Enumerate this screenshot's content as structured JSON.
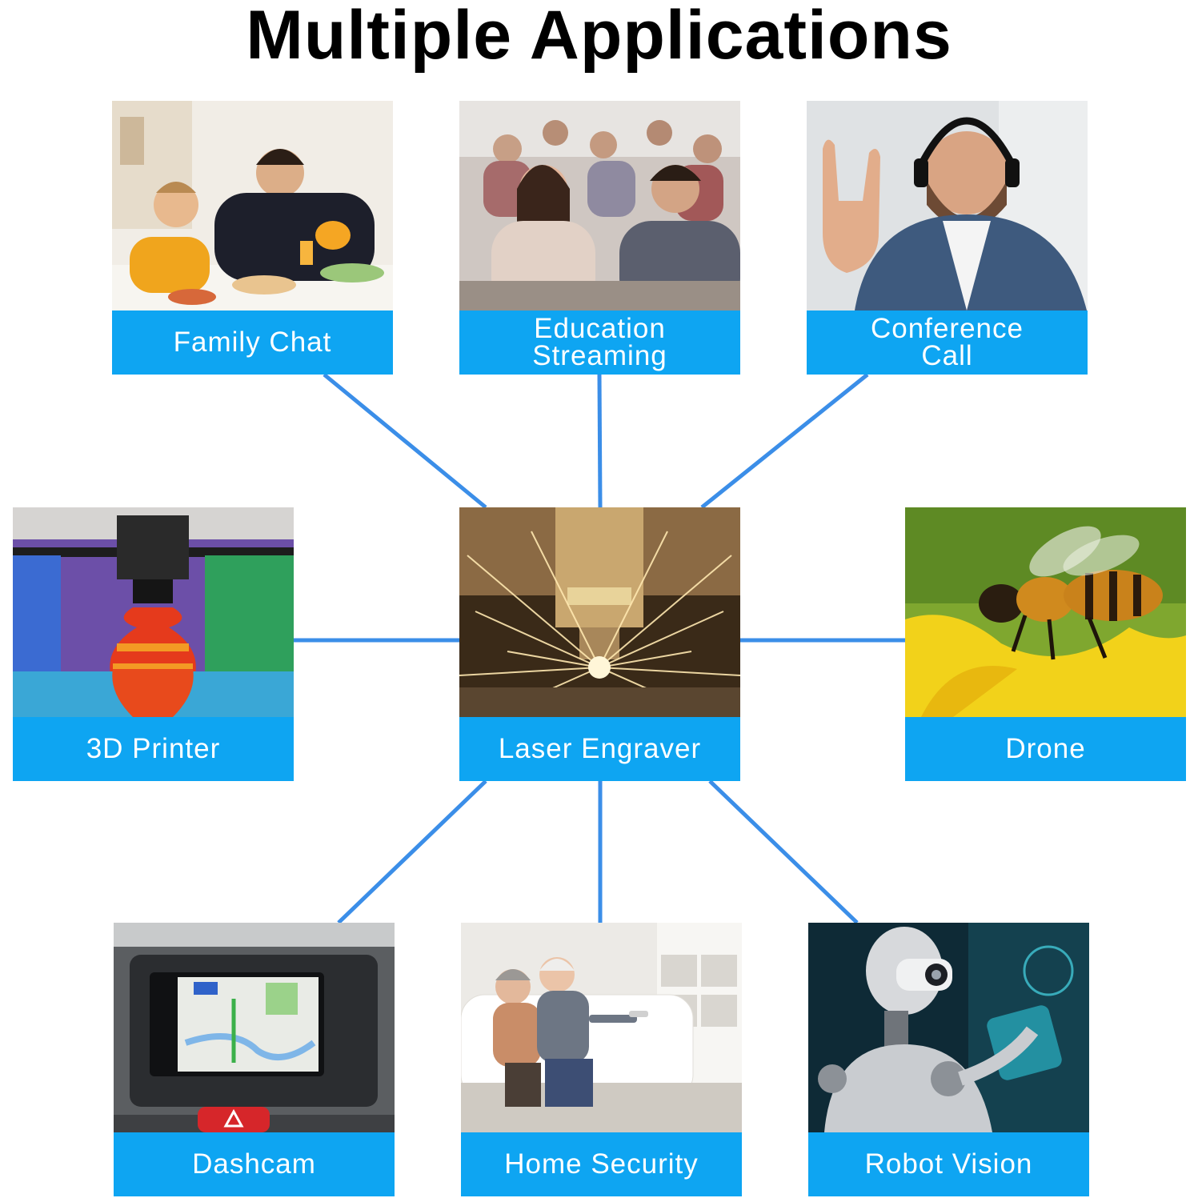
{
  "page": {
    "title": "Multiple Applications",
    "connector_color": "#3b8ee8",
    "label_color": "#0ea5f2"
  },
  "applications": [
    {
      "id": "family",
      "label": "Family Chat",
      "icon": "family-dining-photo"
    },
    {
      "id": "education",
      "label": "Education Streaming",
      "icon": "classroom-students-photo"
    },
    {
      "id": "conference",
      "label": "Conference Call",
      "icon": "headset-man-waving-photo"
    },
    {
      "id": "printer",
      "label": "3D Printer",
      "icon": "3d-printer-vase-photo"
    },
    {
      "id": "laser",
      "label": "Laser Engraver",
      "icon": "laser-cutter-sparks-photo"
    },
    {
      "id": "drone",
      "label": "Drone",
      "icon": "bee-on-flower-photo"
    },
    {
      "id": "dashcam",
      "label": "Dashcam",
      "icon": "car-navigation-screen-photo"
    },
    {
      "id": "security",
      "label": "Home Security",
      "icon": "elderly-couple-sofa-photo"
    },
    {
      "id": "robot",
      "label": "Robot Vision",
      "icon": "humanoid-robot-photo"
    }
  ]
}
